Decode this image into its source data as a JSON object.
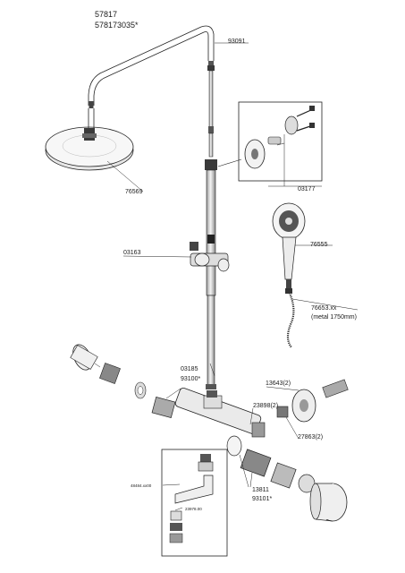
{
  "header": {
    "model": "57817",
    "variant": "578173035*"
  },
  "parts": {
    "p93091": "93091",
    "p76569": "76569",
    "p03177": "03177",
    "p03163": "03163",
    "p76555": "76555",
    "p76653": "76653.xx",
    "p76653_note": "(metal 1750mm)",
    "p03185": "03185",
    "p93100": "93100*",
    "p13643": "13643(2)",
    "p23898": "23898(2)",
    "p27863": "27863(2)",
    "p13811": "13811",
    "p93101": "93101*",
    "p48484": "48484.xx00",
    "p23978": "23978.00"
  },
  "colors": {
    "line": "#222222",
    "metal": "#e9e9e9",
    "dark": "#3a3a3a"
  }
}
